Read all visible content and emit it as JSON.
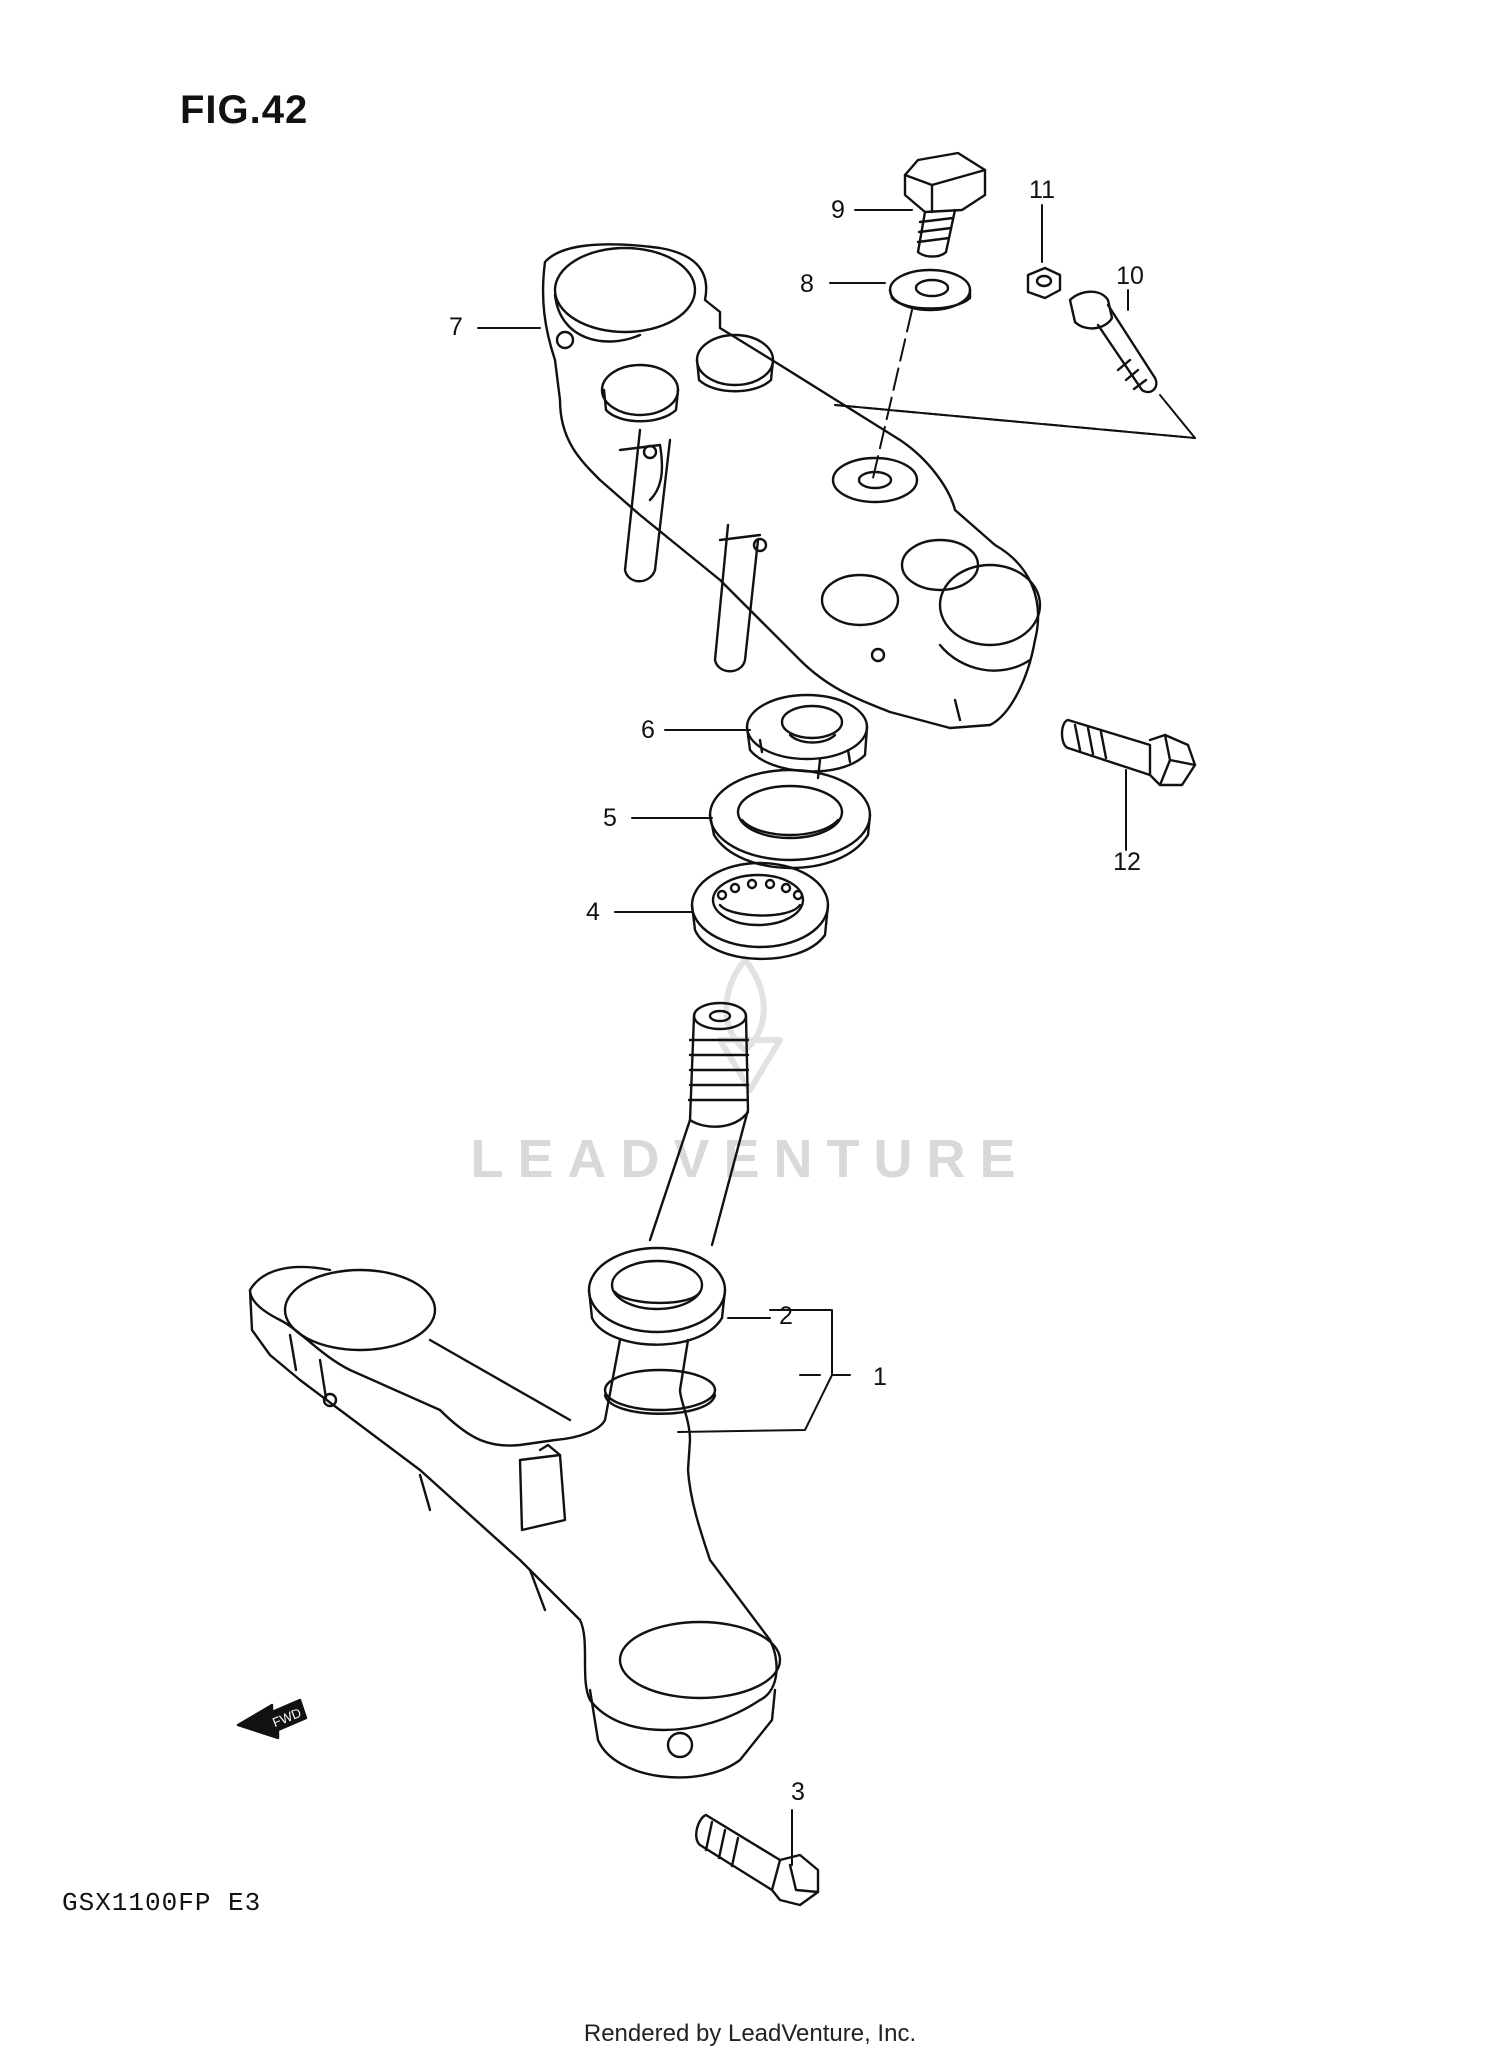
{
  "figure": {
    "title": "FIG.42",
    "model_code": "GSX1100FP  E3",
    "watermark": "LEADVENTURE",
    "footer": "Rendered by LeadVenture, Inc.",
    "fwd_label": "FWD"
  },
  "callouts": [
    {
      "id": "1",
      "label": "1"
    },
    {
      "id": "2",
      "label": "2"
    },
    {
      "id": "3",
      "label": "3"
    },
    {
      "id": "4",
      "label": "4"
    },
    {
      "id": "5",
      "label": "5"
    },
    {
      "id": "6",
      "label": "6"
    },
    {
      "id": "7",
      "label": "7"
    },
    {
      "id": "8",
      "label": "8"
    },
    {
      "id": "9",
      "label": "9"
    },
    {
      "id": "10",
      "label": "10"
    },
    {
      "id": "11",
      "label": "11"
    },
    {
      "id": "12",
      "label": "12"
    }
  ]
}
